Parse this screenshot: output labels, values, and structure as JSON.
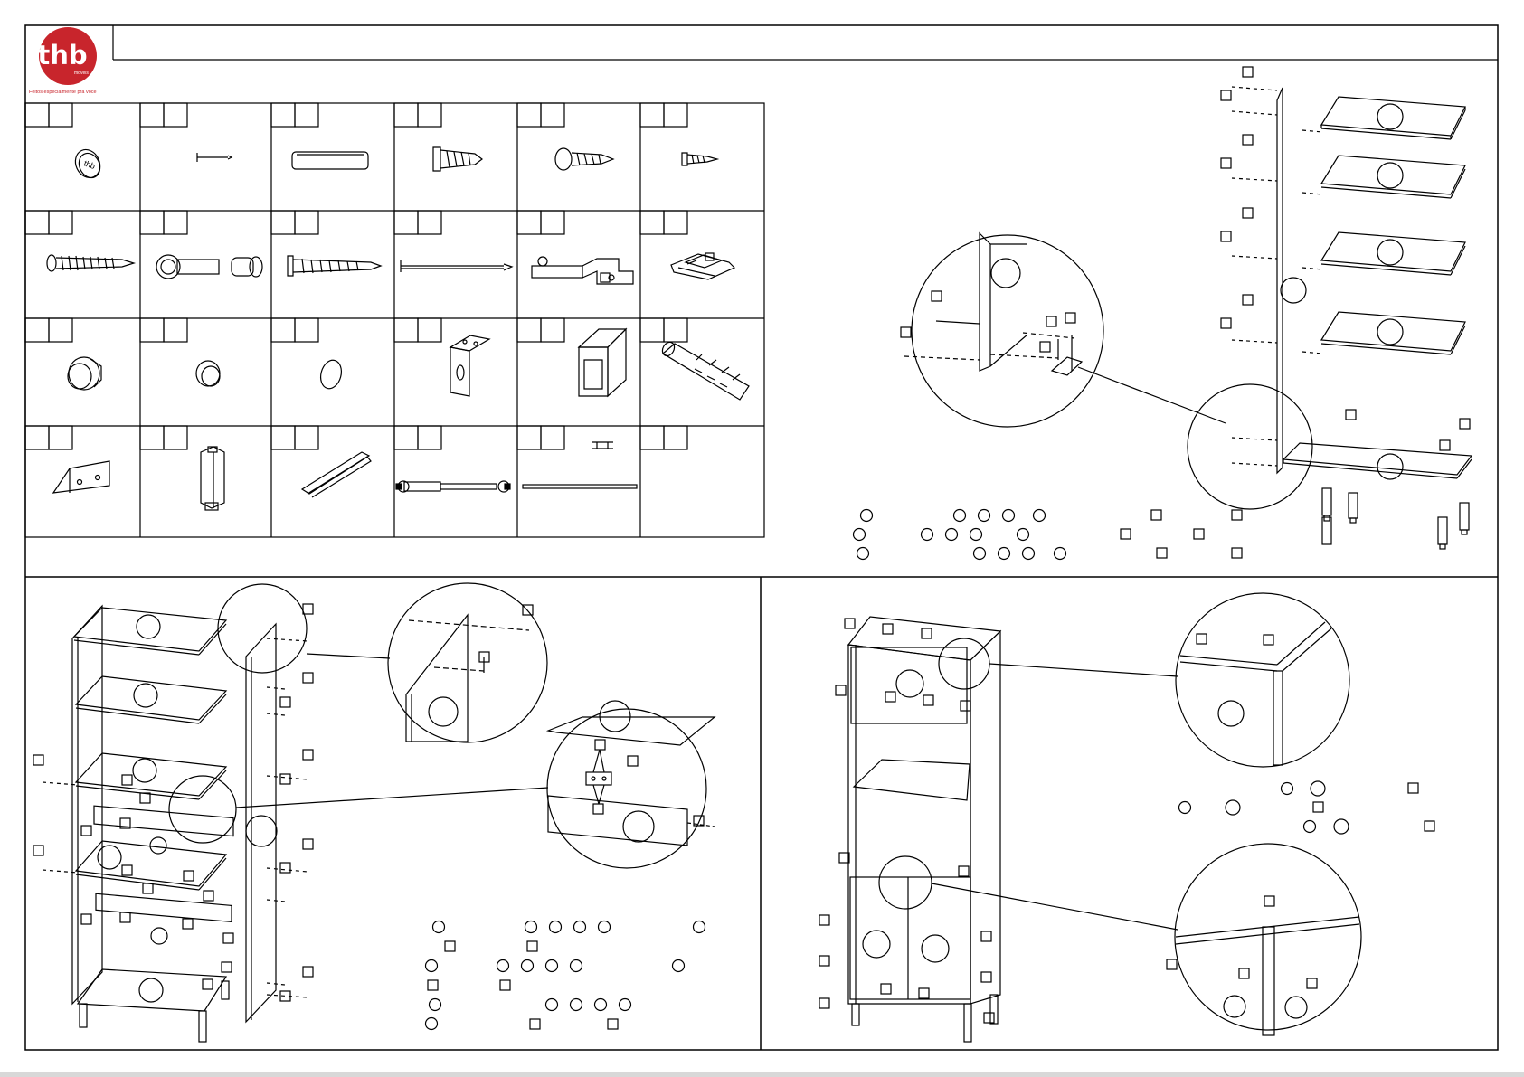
{
  "brand": {
    "logo_text": "thb",
    "logo_sub": "móveis",
    "tagline": "Feitos especialmente pra você",
    "color_red": "#c8252c"
  },
  "parts_table": {
    "rows": [
      [
        {
          "icon": "cap-icon"
        },
        {
          "icon": "nail-icon"
        },
        {
          "icon": "wooden-dowel-icon"
        },
        {
          "icon": "flat-head-screw-icon"
        },
        {
          "icon": "round-head-screw-icon"
        },
        {
          "icon": "small-screw-icon"
        }
      ],
      [
        {
          "icon": "long-screw-icon"
        },
        {
          "icon": "minifix-bolt-icon"
        },
        {
          "icon": "long-flat-screw-icon"
        },
        {
          "icon": "long-nail-icon"
        },
        {
          "icon": "hinge-icon"
        },
        {
          "icon": "drawer-clip-icon"
        }
      ],
      [
        {
          "icon": "knob-icon"
        },
        {
          "icon": "round-cap-icon"
        },
        {
          "icon": "oval-cap-icon"
        },
        {
          "icon": "l-bracket-icon"
        },
        {
          "icon": "box-clip-icon"
        },
        {
          "icon": "wall-anchor-icon"
        }
      ],
      [
        {
          "icon": "triangle-bracket-icon"
        },
        {
          "icon": "furniture-leg-icon"
        },
        {
          "icon": "handle-icon"
        },
        {
          "icon": "gas-piston-icon"
        },
        {
          "icon": "rail-icon"
        },
        {
          "icon": "empty-icon"
        }
      ]
    ]
  },
  "steps": [
    {
      "id": "step-1"
    },
    {
      "id": "step-2"
    },
    {
      "id": "step-3"
    }
  ]
}
